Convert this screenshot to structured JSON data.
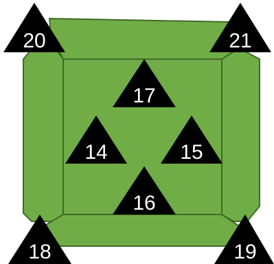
{
  "diagram": {
    "colors": {
      "green": "#70ad47",
      "outline": "#3e6b25",
      "marker": "#000000",
      "label": "#ffffff"
    },
    "markers": [
      {
        "id": "m20",
        "label": "20"
      },
      {
        "id": "m21",
        "label": "21"
      },
      {
        "id": "m17",
        "label": "17"
      },
      {
        "id": "m14",
        "label": "14"
      },
      {
        "id": "m15",
        "label": "15"
      },
      {
        "id": "m16",
        "label": "16"
      },
      {
        "id": "m18",
        "label": "18"
      },
      {
        "id": "m19",
        "label": "19"
      }
    ]
  }
}
